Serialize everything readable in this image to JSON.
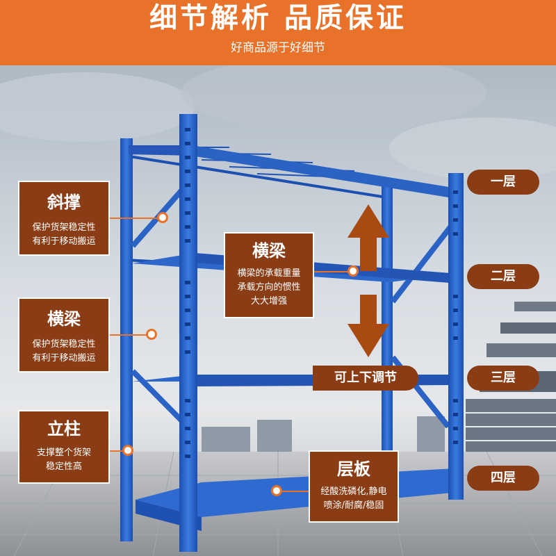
{
  "header": {
    "title": "细节解析 品质保证",
    "subtitle": "好商品源于好细节"
  },
  "colors": {
    "orange": "#e8722a",
    "brown": "#8a3c14",
    "rack_blue": "#2a63c4"
  },
  "left_cards": [
    {
      "title": "斜撑",
      "desc1": "保护货架稳定性",
      "desc2": "有利于移动搬运"
    },
    {
      "title": "横梁",
      "desc1": "保护货架稳定性",
      "desc2": "有利于移动搬运"
    },
    {
      "title": "立柱",
      "desc1": "支撑整个货架",
      "desc2": "稳定性高"
    }
  ],
  "center_card": {
    "title": "横梁",
    "desc1": "横梁的承载重量",
    "desc2": "承载方向的惯性",
    "desc3": "大大增强"
  },
  "adjust_label": "可上下调节",
  "shelf_card": {
    "title": "层板",
    "desc1": "经酸洗磷化,静电",
    "desc2": "喷涂/耐腐/稳固"
  },
  "layers": [
    "一层",
    "二层",
    "三层",
    "四层"
  ]
}
